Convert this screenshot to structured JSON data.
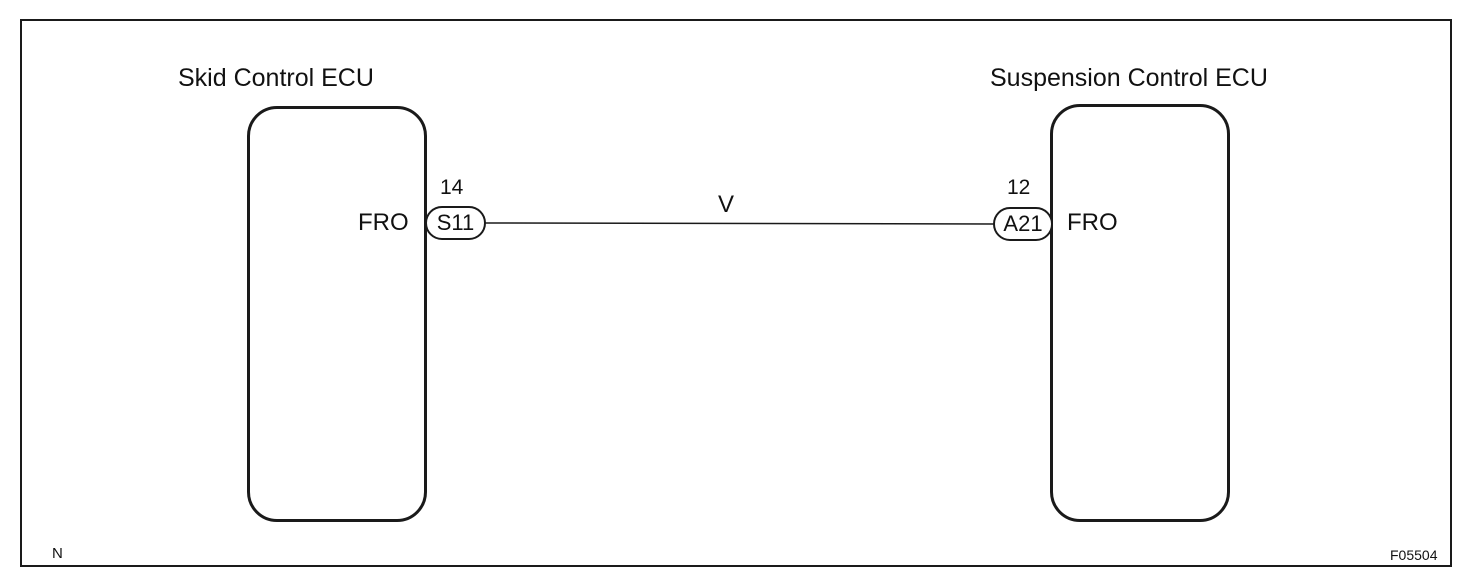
{
  "diagram": {
    "left_ecu": {
      "title": "Skid Control ECU",
      "terminal_label": "FRO",
      "pin_number": "14",
      "connector": "S11"
    },
    "right_ecu": {
      "title": "Suspension Control ECU",
      "terminal_label": "FRO",
      "pin_number": "12",
      "connector": "A21"
    },
    "wire": {
      "color_code": "V"
    },
    "corner_marks": {
      "bottom_left": "N",
      "bottom_right": "F05504"
    }
  }
}
